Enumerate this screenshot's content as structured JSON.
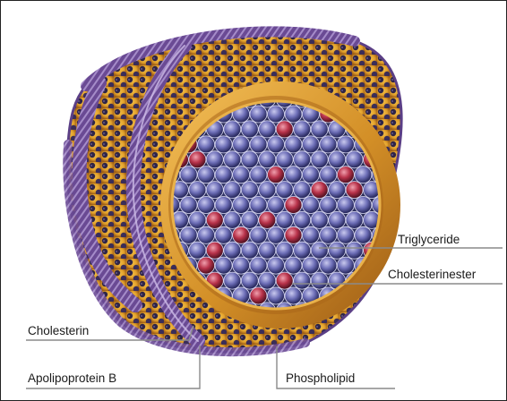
{
  "diagram": {
    "labels": {
      "triglyceride": "Triglyceride",
      "cholesterinester": "Cholesterinester",
      "cholesterin": "Cholesterin",
      "apolipoprotein_b": "Apolipoprotein B",
      "phospholipid": "Phospholipid"
    }
  },
  "colors": {
    "frame_border": "#222222",
    "shell_yellow": "#e8a92b",
    "shell_orange": "#c97a1c",
    "band_purple": "#6a4a94",
    "band_highlight": "#b9a6d6",
    "cell_blue": "#6e6fb8",
    "cell_red": "#b8324a",
    "leader_line": "#8a8a8a"
  }
}
